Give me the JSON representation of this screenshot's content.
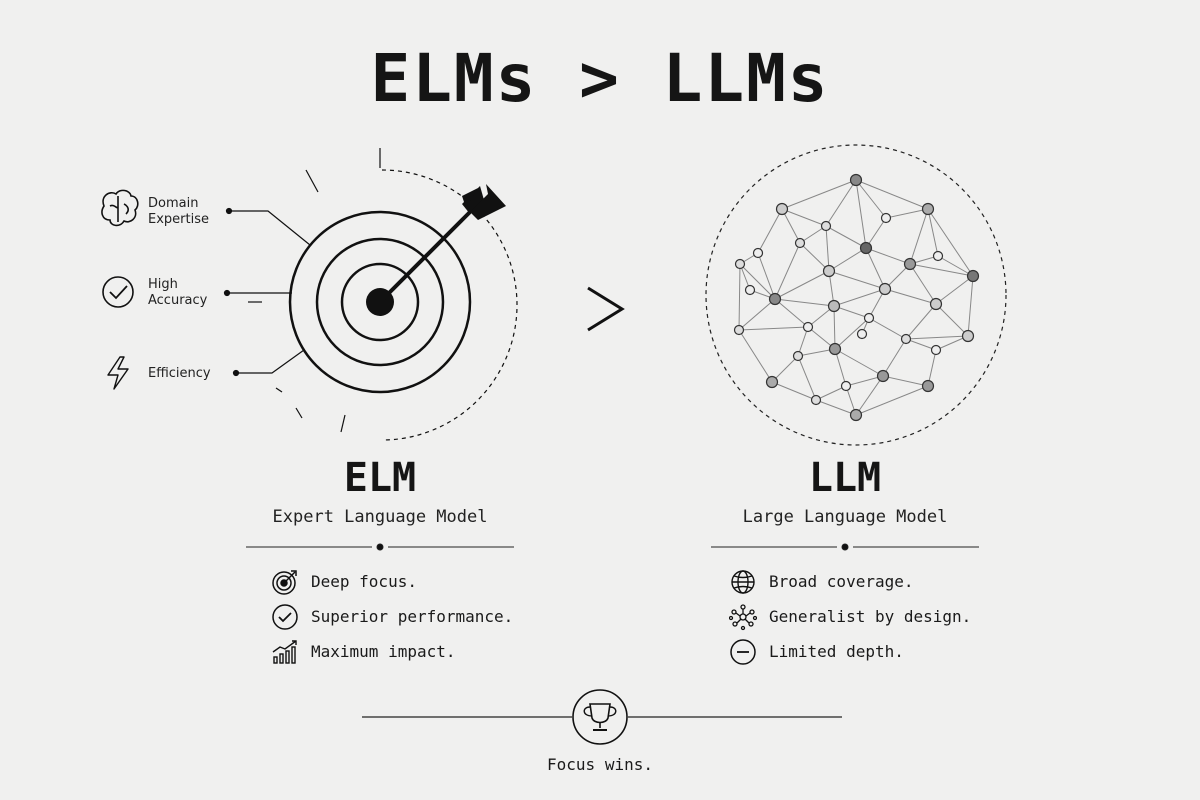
{
  "title": "ELMs > LLMs",
  "comparator": ">",
  "elm": {
    "features": [
      {
        "label": "Domain\nExpertise",
        "icon": "brain-icon"
      },
      {
        "label": "High\nAccuracy",
        "icon": "check-circle-icon"
      },
      {
        "label": "Efficiency",
        "icon": "lightning-icon"
      }
    ],
    "name": "ELM",
    "subtitle": "Expert Language Model",
    "points": [
      {
        "text": "Deep focus.",
        "icon": "target-icon"
      },
      {
        "text": "Superior performance.",
        "icon": "check-circle-icon"
      },
      {
        "text": "Maximum impact.",
        "icon": "growth-chart-icon"
      }
    ]
  },
  "llm": {
    "name": "LLM",
    "subtitle": "Large Language Model",
    "points": [
      {
        "text": "Broad coverage.",
        "icon": "globe-icon"
      },
      {
        "text": "Generalist by design.",
        "icon": "network-cluster-icon"
      },
      {
        "text": "Limited depth.",
        "icon": "minus-circle-icon"
      }
    ]
  },
  "footer": {
    "text": "Focus wins.",
    "icon": "trophy-icon"
  }
}
